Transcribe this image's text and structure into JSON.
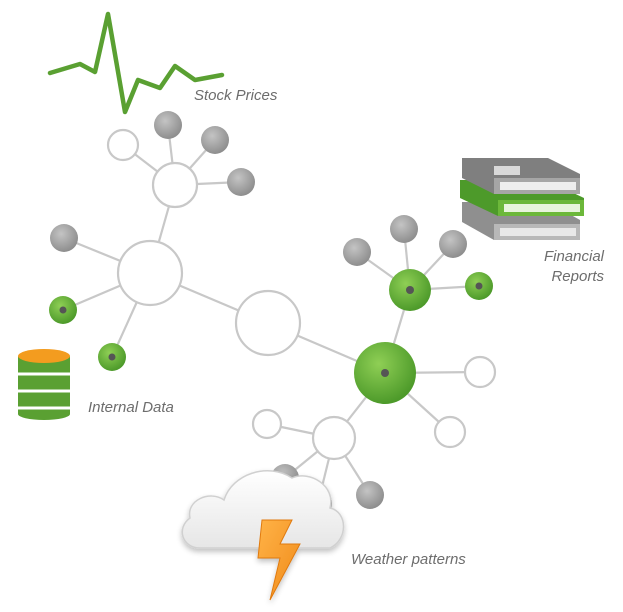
{
  "labels": {
    "stock_prices": "Stock Prices",
    "financial_reports_line1": "Financial",
    "financial_reports_line2": "Reports",
    "internal_data": "Internal Data",
    "weather_patterns": "Weather patterns"
  },
  "colors": {
    "green": "#5aa032",
    "green_light": "#7ec04a",
    "gray_node": "#a8a8a8",
    "edge": "#c8c8c8",
    "orange": "#f39c1f",
    "text": "#6d6d6d"
  },
  "icons": {
    "stock": "stock-line-icon",
    "reports": "books-icon",
    "database": "database-icon",
    "weather": "storm-cloud-icon"
  }
}
